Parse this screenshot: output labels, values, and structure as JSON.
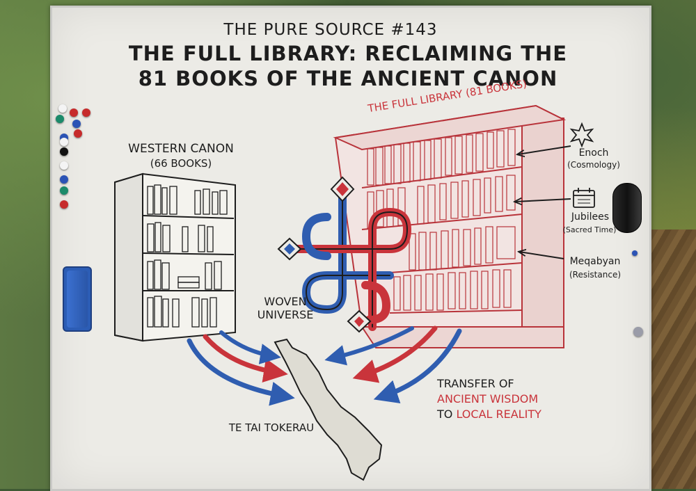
{
  "header": {
    "series": "THE PURE SOURCE #143",
    "title_line1": "THE FULL LIBRARY: RECLAIMING THE",
    "title_line2": "81 BOOKS OF THE ANCIENT CANON"
  },
  "western": {
    "title": "WESTERN CANON",
    "count": "(66 BOOKS)"
  },
  "full_library": {
    "title": "THE FULL LIBRARY (81 BOOKS)",
    "callouts": [
      {
        "name": "Enoch",
        "sub": "(Cosmology)",
        "icon": "star-icon"
      },
      {
        "name": "Jubilees",
        "sub": "(Sacred Time)",
        "icon": "calendar-icon"
      },
      {
        "name": "Meqabyan",
        "sub": "(Resistance)",
        "icon": "shield-icon"
      }
    ]
  },
  "center": {
    "knot_label_line1": "WOVEN",
    "knot_label_line2": "UNIVERSE"
  },
  "transfer": {
    "line1": "TRANSFER OF",
    "line2": "ANCIENT WISDOM",
    "line3_prefix": "TO ",
    "line3_highlight": "LOCAL REALITY"
  },
  "map": {
    "label": "TE TAI TOKERAU"
  },
  "colors": {
    "red": "#c9343b",
    "blue": "#2f5db0",
    "ink": "#1d1d1d",
    "board": "#ecebe6"
  }
}
